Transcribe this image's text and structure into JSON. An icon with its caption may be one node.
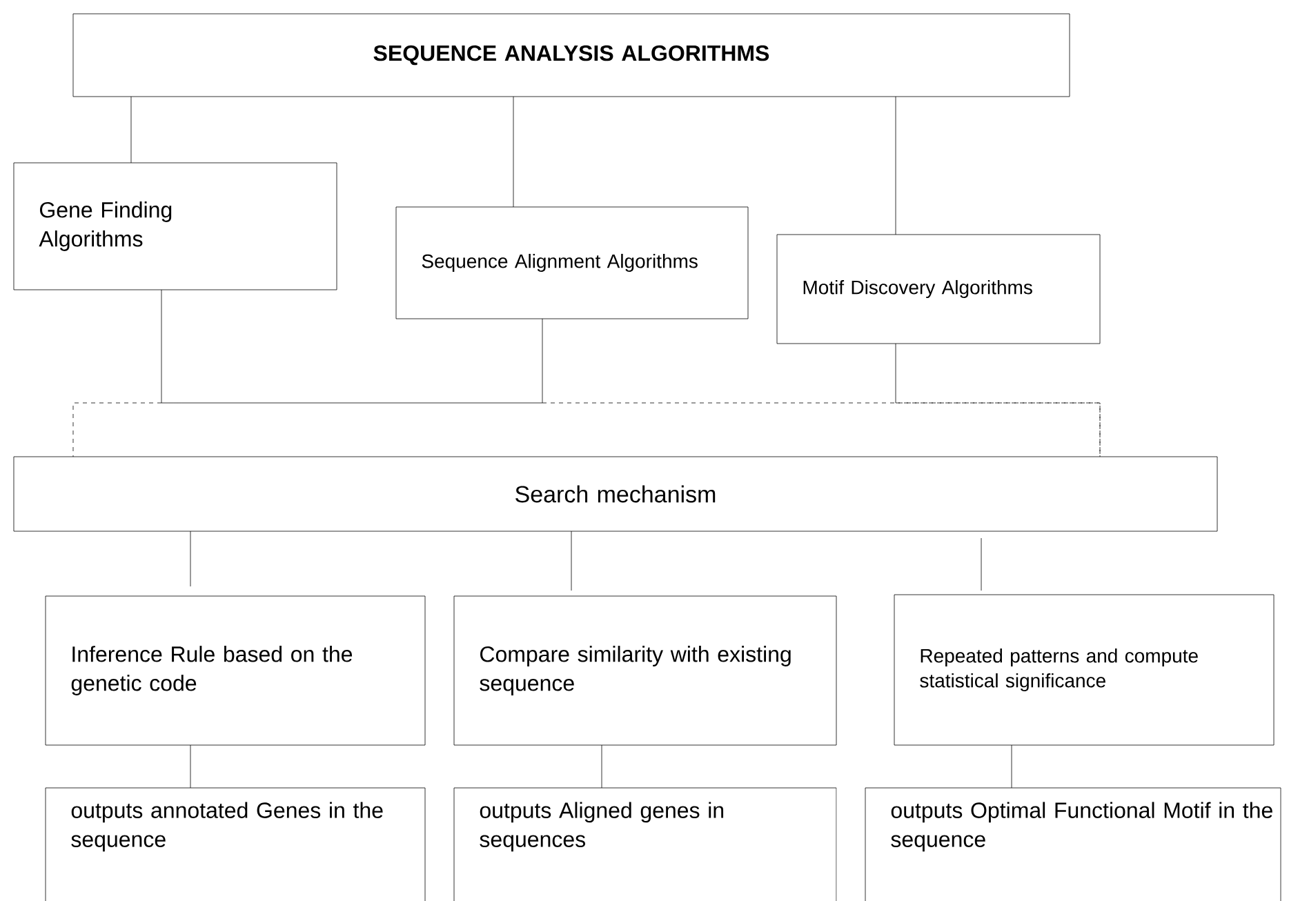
{
  "diagram": {
    "nodes": [
      {
        "text": [
          "SEQUENCE ANALYSIS ALGORITHMS"
        ]
      },
      {
        "text": [
          "Gene Finding Algorithms"
        ]
      },
      {
        "text": [
          "Sequence Alignment Algorithms"
        ]
      },
      {
        "text": [
          "Motif Discovery Algorithms"
        ]
      },
      {
        "text": [
          "Search mechanism"
        ]
      },
      {
        "text": [
          "Inference Rule based on the genetic code"
        ]
      },
      {
        "text": [
          "Compare similarity with existing sequence"
        ]
      },
      {
        "text": [
          "Repeated patterns and compute statistical significance"
        ]
      },
      {
        "text": [
          "outputs annotated Genes in the sequence"
        ]
      },
      {
        "text": [
          "outputs Aligned genes in sequences"
        ]
      },
      {
        "text": [
          "outputs Optimal Functional Motif in the sequence"
        ]
      }
    ],
    "edges": [
      {
        "from": 0,
        "to": 1,
        "arrow": "none"
      },
      {
        "from": 0,
        "to": 2,
        "arrow": "none"
      },
      {
        "from": 0,
        "to": 3,
        "arrow": "none"
      },
      {
        "from": 1,
        "to": 4,
        "arrow": "none",
        "style": "dashed"
      },
      {
        "from": 2,
        "to": 4,
        "arrow": "none",
        "style": "dashed"
      },
      {
        "from": 3,
        "to": 4,
        "arrow": "none",
        "style": "dashed"
      },
      {
        "from": 4,
        "to": 5,
        "arrow": "none"
      },
      {
        "from": 4,
        "to": 6,
        "arrow": "none"
      },
      {
        "from": 4,
        "to": 7,
        "arrow": "none"
      },
      {
        "from": 5,
        "to": 8,
        "arrow": "none"
      },
      {
        "from": 6,
        "to": 9,
        "arrow": "none"
      },
      {
        "from": 7,
        "to": 10,
        "arrow": "none"
      }
    ]
  }
}
